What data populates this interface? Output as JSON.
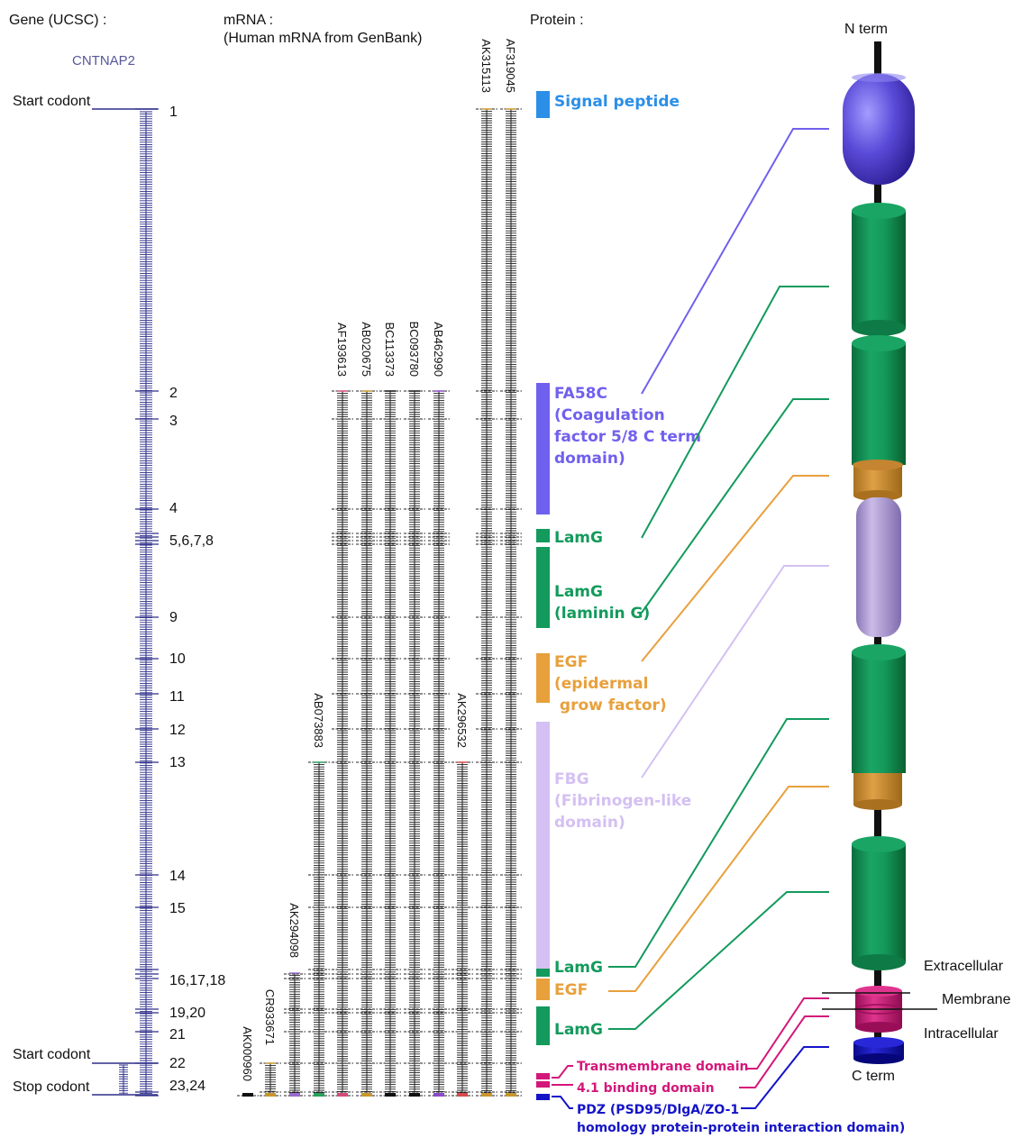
{
  "headers": {
    "gene": "Gene (UCSC) :",
    "mrna": "mRNA :",
    "mrna_sub": "(Human mRNA from GenBank)",
    "protein": "Protein :"
  },
  "gene": {
    "name": "CNTNAP2",
    "start_codon_label": "Start codont",
    "start_codon_label_2": "Start codont",
    "stop_codon_label": "Stop codont"
  },
  "exons": [
    {
      "label": "1"
    },
    {
      "label": "2"
    },
    {
      "label": "3"
    },
    {
      "label": "4"
    },
    {
      "label": "5,6,7,8"
    },
    {
      "label": "9"
    },
    {
      "label": "10"
    },
    {
      "label": "11"
    },
    {
      "label": "12"
    },
    {
      "label": "13"
    },
    {
      "label": "14"
    },
    {
      "label": "15"
    },
    {
      "label": "16,17,18"
    },
    {
      "label": "19,20"
    },
    {
      "label": "21"
    },
    {
      "label": "22"
    },
    {
      "label": "23,24"
    }
  ],
  "mrnas": [
    {
      "id": "AK000960",
      "accent": "#111111"
    },
    {
      "id": "CR933671",
      "accent": "#c8962c"
    },
    {
      "id": "AK294098",
      "accent": "#9a6acc"
    },
    {
      "id": "AB073883",
      "accent": "#2aa05a"
    },
    {
      "id": "AF193613",
      "accent": "#d64a7a"
    },
    {
      "id": "AB020675",
      "accent": "#c8962c"
    },
    {
      "id": "BC113373",
      "accent": "#111111"
    },
    {
      "id": "BC093780",
      "accent": "#111111"
    },
    {
      "id": "AB462990",
      "accent": "#8a4ac8"
    },
    {
      "id": "AK296532",
      "accent": "#d64a4a"
    },
    {
      "id": "AK315113",
      "accent": "#c8962c"
    },
    {
      "id": "AF319045",
      "accent": "#c8962c"
    }
  ],
  "domains": {
    "signal": {
      "l1": "Signal peptide",
      "color": "#2b8fe8"
    },
    "fa58c": {
      "l1": "FA58C",
      "l2": "(Coagulation",
      "l3": "factor 5/8 C term",
      "l4": "domain)",
      "color": "#7060ee"
    },
    "lamg1": {
      "l1": "LamG",
      "color": "#139a5c"
    },
    "lamg2": {
      "l1": "LamG",
      "l2": "(laminin G)",
      "color": "#139a5c"
    },
    "egf1": {
      "l1": "EGF",
      "l2": "(epidermal",
      "l3": " grow factor)",
      "color": "#e8a03c"
    },
    "fbg": {
      "l1": "FBG",
      "l2": "(Fibrinogen-like",
      "l3": "domain)",
      "color": "#d4c0f2"
    },
    "lamg3": {
      "l1": "LamG",
      "color": "#139a5c"
    },
    "egf2": {
      "l1": "EGF",
      "color": "#e8a03c"
    },
    "lamg4": {
      "l1": "LamG",
      "color": "#139a5c"
    },
    "tm": {
      "l1": "Transmembrane domain",
      "color": "#d4177a"
    },
    "fourone": {
      "l1": "4.1 binding domain",
      "color": "#d4177a"
    },
    "pdz": {
      "l1": "PDZ (PSD95/DlgA/ZO-1",
      "l2": "homology protein-protein interaction domain)",
      "color": "#1414c8"
    }
  },
  "model": {
    "n_term": "N term",
    "c_term": "C term",
    "extracellular": "Extracellular",
    "membrane": "Membrane",
    "intracellular": "Intracellular"
  },
  "colors": {
    "gene_blue": "#2e2e8a",
    "green": "#139a5c",
    "orange": "#e8a03c",
    "purple": "#7060ee",
    "lavender": "#d4c0f2",
    "magenta": "#d4177a",
    "blue": "#1414c8"
  }
}
